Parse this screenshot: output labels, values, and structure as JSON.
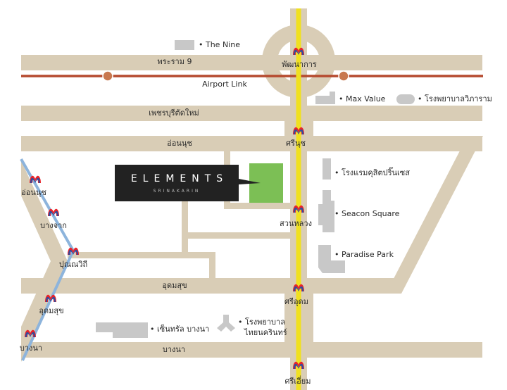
{
  "roads": {
    "rama9": "พระราม 9",
    "airport_link": "Airport Link",
    "phetchaburi": "เพชรบุรีตัดใหม่",
    "onnut": "อ่อนนุช",
    "udomsuk": "อุดมสุข",
    "bangna": "บางนา"
  },
  "stations_yellow": [
    "พัฒนาการ",
    "ศรีนุช",
    "สวนหลวง",
    "ศรีอุดม",
    "ศรีเอี่ยม"
  ],
  "stations_bts": [
    "อ่อนนุช",
    "บางจาก",
    "ปุณณวิถี",
    "อุดมสุข",
    "บางนา"
  ],
  "landmarks": {
    "the_nine": "• The Nine",
    "max_value": "• Max Value",
    "vibharam": "• โรงพยาบาลวิภาราม",
    "princess": "• โรงแรมคุสิตปริ๊นเซส",
    "seacon": "• Seacon Square",
    "paradise": "• Paradise Park",
    "central": "• เซ็นทรัล บางนา",
    "thainakarin_1": "• โรงพยาบาล",
    "thainakarin_2": "ไทยนครินทร์"
  },
  "project": {
    "name": "ELEMENTS",
    "subtitle": "SRINAKARIN"
  },
  "colors": {
    "road": "#d9cdb6",
    "airport_link": "#b54a2e",
    "yellow_line": "#f0e020",
    "bts_line": "#8db4dc",
    "project_site": "#7cbf55",
    "landmark": "#c8c8c8",
    "logo_bg": "#222222"
  }
}
